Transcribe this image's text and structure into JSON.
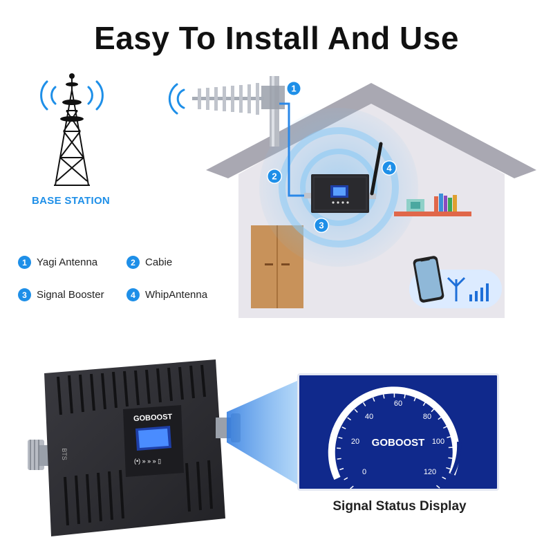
{
  "title": "Easy To Install And Use",
  "base_station_label": "BASE STATION",
  "legend": [
    {
      "num": "1",
      "label": "Yagi Antenna"
    },
    {
      "num": "2",
      "label": "Cabie"
    },
    {
      "num": "3",
      "label": "Signal Booster"
    },
    {
      "num": "4",
      "label": "WhipAntenna"
    }
  ],
  "diagram_markers": [
    "1",
    "2",
    "3",
    "4"
  ],
  "device": {
    "brand": "GOBOOST",
    "port_label": "BTS"
  },
  "display": {
    "brand": "GOBOOST",
    "gauge_ticks": [
      "0",
      "20",
      "40",
      "60",
      "80",
      "100",
      "120"
    ],
    "caption": "Signal Status Display"
  },
  "colors": {
    "accent": "#1e8fe8",
    "display_bg": "#10298c",
    "house_wall": "#e8e6ec",
    "house_roof": "#a9a8b2",
    "device_body": "#2c2c30"
  },
  "icons": [
    "cell-tower-icon",
    "yagi-antenna-icon",
    "signal-booster-icon",
    "whip-antenna-icon",
    "smartphone-icon",
    "signal-bars-icon",
    "bookshelf-icon"
  ]
}
